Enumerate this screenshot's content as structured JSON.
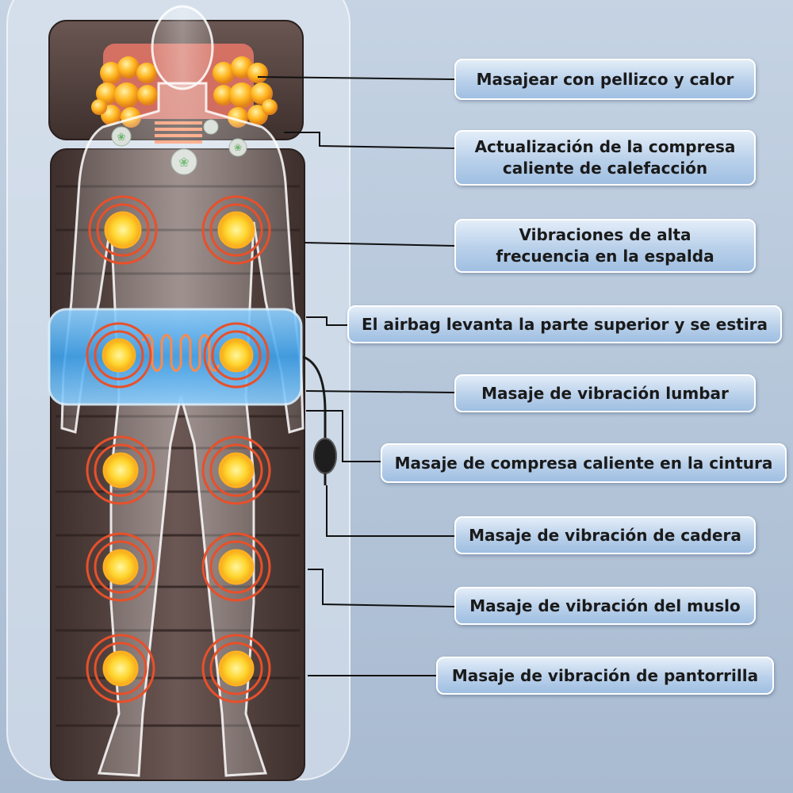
{
  "labels": [
    {
      "id": "pinch-heat",
      "text": "Masajear con pellizco y calor"
    },
    {
      "id": "heating-pad",
      "text": "Actualización de la compresa caliente de calefacción"
    },
    {
      "id": "back-vibration",
      "text": "Vibraciones de alta frecuencia en la espalda"
    },
    {
      "id": "airbag",
      "text": "El airbag levanta la parte superior y se estira"
    },
    {
      "id": "lumbar-vibration",
      "text": "Masaje de vibración lumbar"
    },
    {
      "id": "waist-heat",
      "text": "Masaje de compresa caliente en la cintura"
    },
    {
      "id": "hip-vibration",
      "text": "Masaje de vibración de cadera"
    },
    {
      "id": "thigh-vibration",
      "text": "Masaje de vibración del muslo"
    },
    {
      "id": "calf-vibration",
      "text": "Masaje de vibración de pantorrilla"
    }
  ],
  "colors": {
    "mat": "#5a4743",
    "mat_seam": "#3a2b29",
    "heat_ring": "#e8502a",
    "heat_core": "#ffd630",
    "airbag": "#4aa8ee",
    "label_bg": "#b9d0ea",
    "leader_line": "#111111"
  },
  "icons": [
    "leaf-icon",
    "remote-controller-icon",
    "vibration-node-icon"
  ]
}
